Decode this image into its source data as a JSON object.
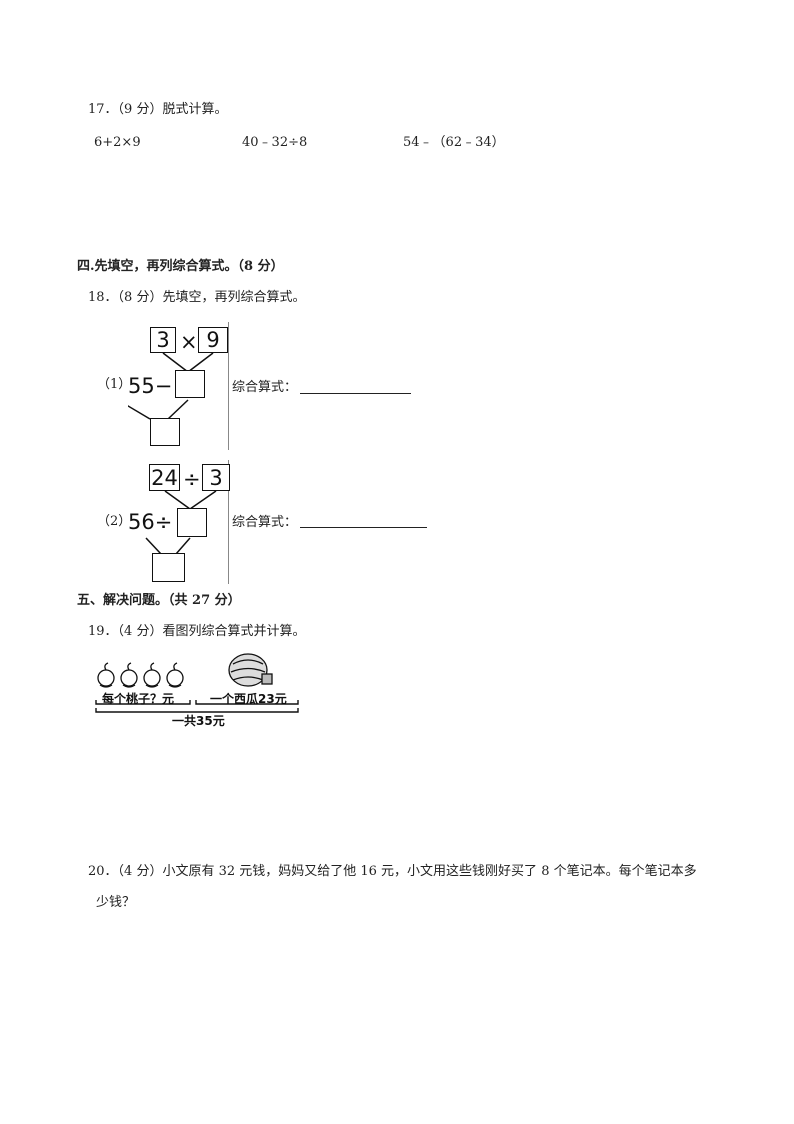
{
  "q17": {
    "title": "17．（9 分）脱式计算。",
    "expr1": "6+2×9",
    "expr2": "40﹣32÷8",
    "expr3": "54﹣（62﹣34）"
  },
  "section4": {
    "heading": "四.先填空，再列综合算式。（8 分）"
  },
  "q18": {
    "title": "18．（8 分）先填空，再列综合算式。",
    "part1": {
      "label": "（1）",
      "top_left": "3",
      "op_top": "×",
      "top_right": "9",
      "left_expr": "55−",
      "formula_label": "综合算式："
    },
    "part2": {
      "label": "（2）",
      "top_left": "24",
      "op_top": "÷",
      "top_right": "3",
      "left_expr": "56÷",
      "formula_label": "综合算式："
    }
  },
  "section5": {
    "heading": "五、解决问题。（共 27 分）"
  },
  "q19": {
    "title": "19．（4 分）看图列综合算式并计算。",
    "peach_label": "每个桃子？元",
    "melon_label": "一个西瓜23元",
    "total_label": "一共35元"
  },
  "q20": {
    "line1": "20．（4 分）小文原有 32 元钱，妈妈又给了他 16 元，小文用这些钱刚好买了 8 个笔记本。每个笔记本多",
    "line2": "少钱？"
  }
}
